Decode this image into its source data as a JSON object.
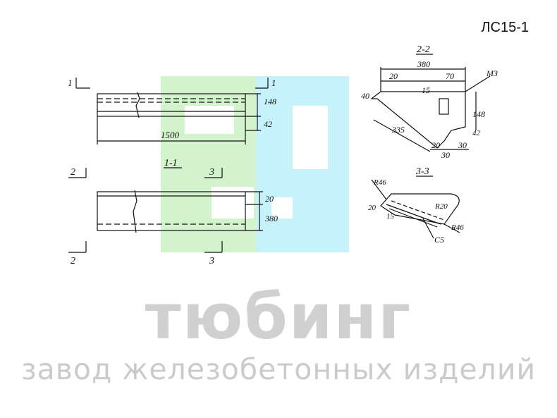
{
  "document_code": "ЛС15-1",
  "watermark": {
    "title": "тюбинг",
    "subtitle": "завод железобетонных изделий",
    "colors": {
      "green": "#c8f0c0",
      "cyan": "#b8f0fa",
      "text": "#d0d0d0"
    }
  },
  "plan_view": {
    "length_label": "1500",
    "height_labels": [
      "148",
      "42"
    ],
    "section_mark": "1"
  },
  "section_1_1": {
    "title": "1-1",
    "height_labels": [
      "20",
      "380"
    ],
    "marks": {
      "left": "2",
      "right": "3"
    }
  },
  "section_2_2": {
    "title": "2-2",
    "dims": {
      "width": "380",
      "top_left": "20",
      "top_right": "70",
      "left_h": "40",
      "inner_h": "15",
      "right_h": "148",
      "right_small": "42",
      "slope": "335",
      "bottom_left": "20",
      "bottom_right": "30",
      "bottom_under": "30"
    },
    "callout": "М3"
  },
  "section_3_3": {
    "title": "3-3",
    "labels": {
      "radius_top": "R46",
      "radius_right": "R20",
      "radius_bottom": "R46",
      "left_w": "20",
      "left_h": "15",
      "part": "С5"
    }
  }
}
